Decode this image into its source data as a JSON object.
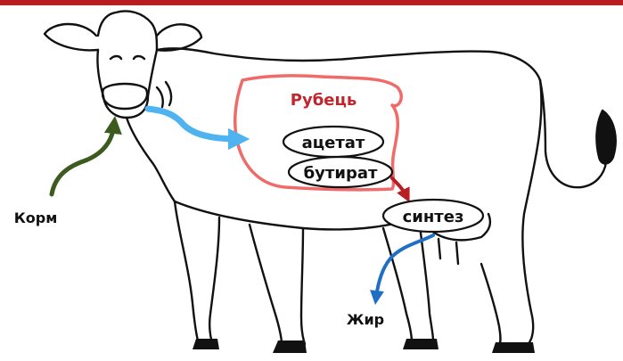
{
  "colors": {
    "top_bar": "#b81d22",
    "rumen_outline": "#f06a6a",
    "rumen_label": "#c0262c",
    "feed_arrow": "#3d5a1f",
    "fluid_arrow": "#4fb3f0",
    "synthesis_arrow": "#b81d22",
    "fat_arrow": "#1f6fc4",
    "cow_outline": "#111111"
  },
  "labels": {
    "rumen": "Рубець",
    "acetate": "ацетат",
    "butyrate": "бутират",
    "synthesis": "синтез",
    "feed": "Корм",
    "fat": "Жир"
  },
  "icons": [
    "cow-illustration"
  ]
}
